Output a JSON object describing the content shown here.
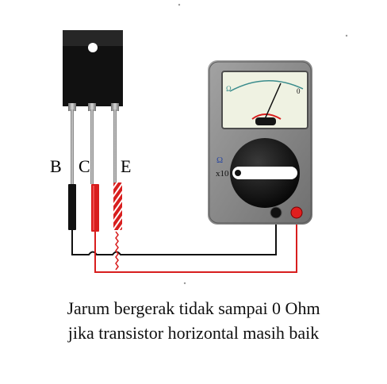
{
  "transistor": {
    "pins": [
      {
        "label": "B"
      },
      {
        "label": "C"
      },
      {
        "label": "E"
      }
    ]
  },
  "multimeter": {
    "scale_left": "Ω",
    "scale_right": "0",
    "range_symbol": "Ω",
    "range_label": "x10"
  },
  "colors": {
    "transistor_body": "#111111",
    "meter_body": "#8c8c8c",
    "probe_red": "#d81e1e",
    "probe_black": "#111111",
    "wire_red": "#d81e1e",
    "wire_black": "#111111",
    "dial_face": "#eff2e2"
  },
  "caption": {
    "line1": "Jarum bergerak tidak sampai 0 Ohm",
    "line2": "jika transistor horizontal masih baik"
  }
}
